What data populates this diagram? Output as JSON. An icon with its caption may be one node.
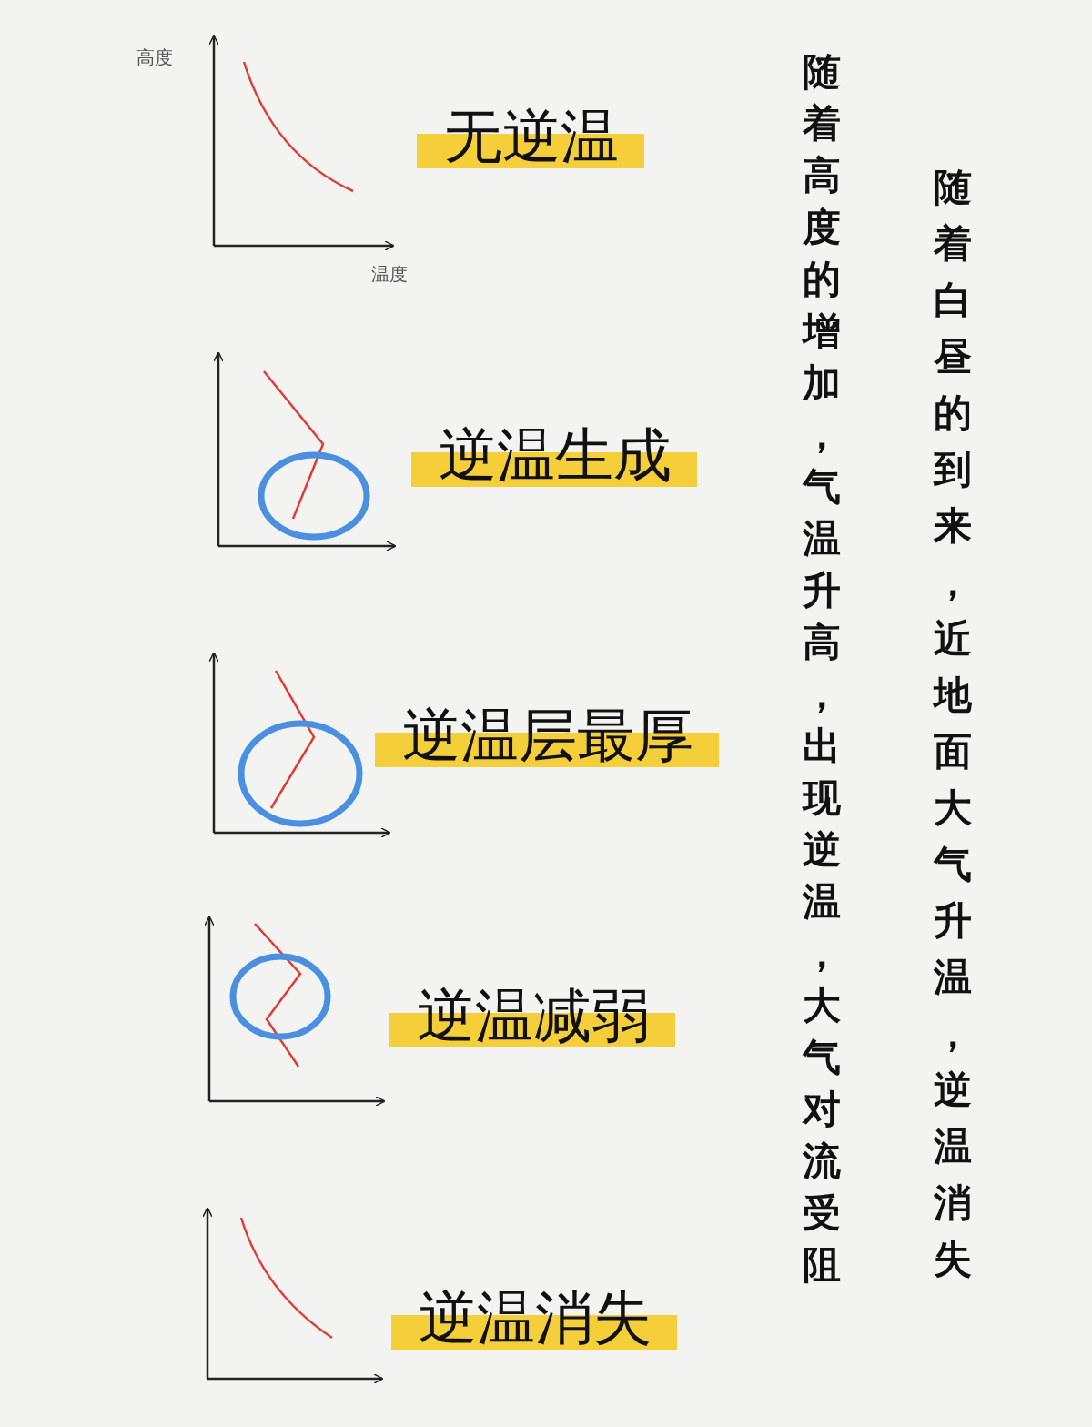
{
  "diagram": {
    "labels": [
      "高度",
      "无逆温",
      "温度",
      "逆温生成",
      "逆温层最厚",
      "逆温减弱",
      "逆温消失",
      "随着高度的增加，气温升高，出现逆温，大气对流受阻",
      "随着白昼的到来，近地面大气升温，逆温消失"
    ]
  }
}
